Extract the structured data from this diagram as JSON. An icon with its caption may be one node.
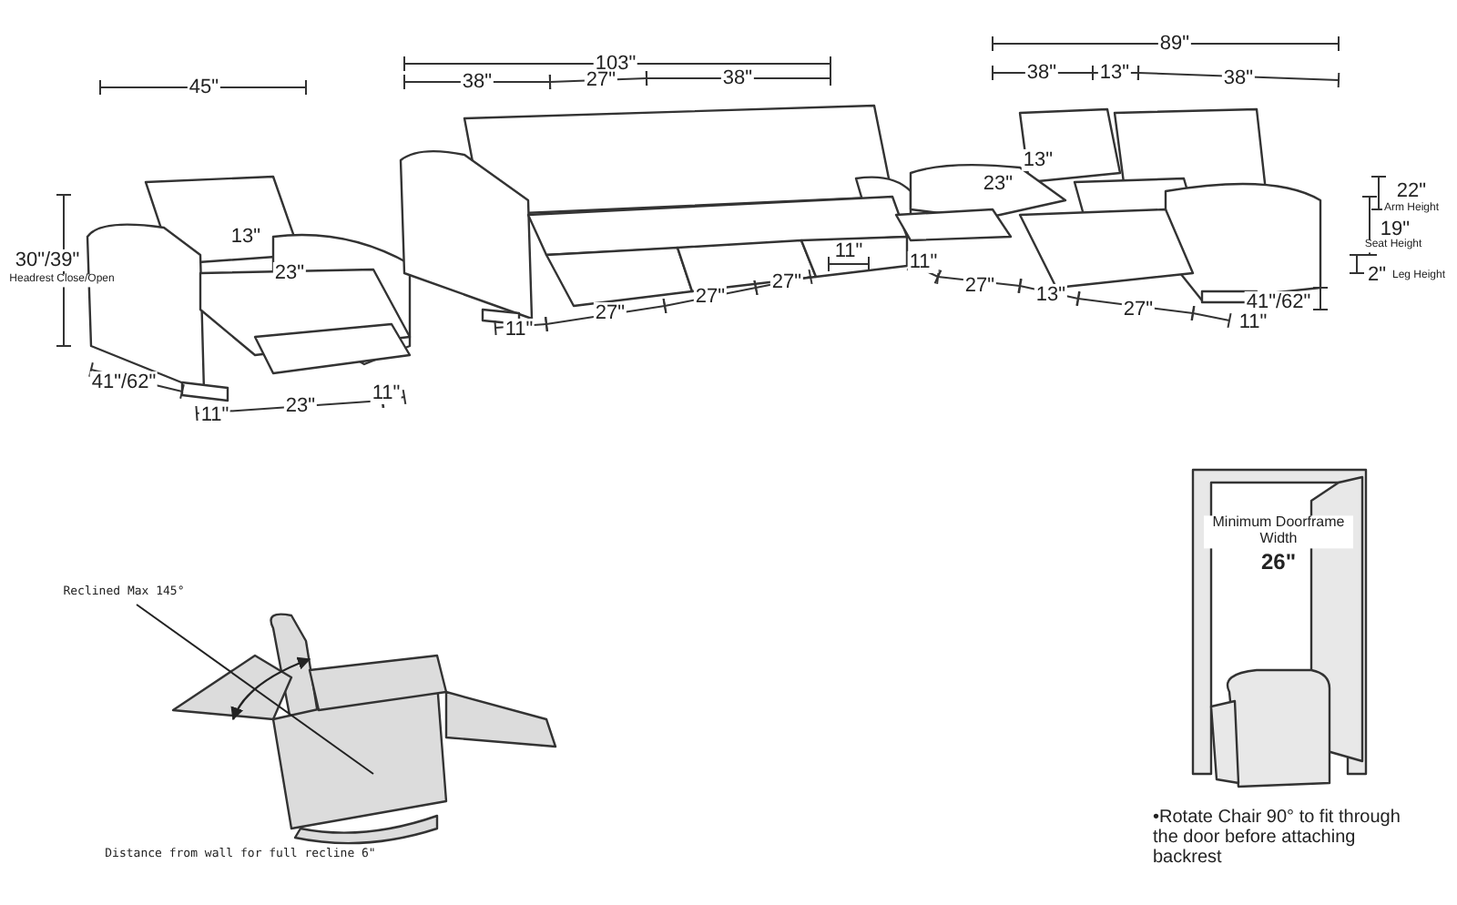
{
  "diagram": {
    "labels": [
      "45\"",
      "30\"/39\"",
      "Headrest Close/Open",
      "13\"",
      "23\"",
      "41\"/62\"",
      "11\"",
      "23\"",
      "11\"",
      "103\"",
      "38\"",
      "27\"",
      "38\"",
      "11\"",
      "11\"",
      "27\"",
      "27\"",
      "27\"",
      "89\"",
      "38\"",
      "13\"",
      "38\"",
      "13\"",
      "23\"",
      "22\"",
      "Arm Height",
      "19\"",
      "Seat Height",
      "2\"",
      "Leg Height",
      "11\"",
      "27\"",
      "13\"",
      "27\"",
      "11\"",
      "41\"/62\"",
      "Reclined Max 145°",
      "Distance from wall for full recline 6\"",
      "Minimum Doorframe Width",
      "26\"",
      "•Rotate Chair 90° to fit through the door before attaching backrest"
    ]
  }
}
